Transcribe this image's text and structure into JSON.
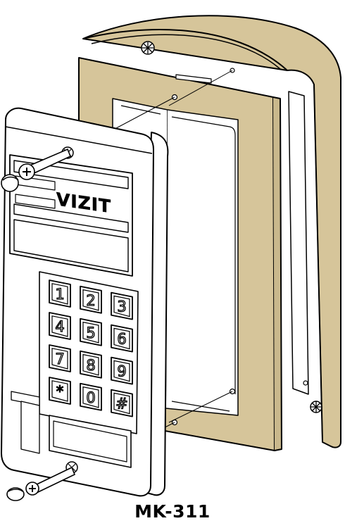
{
  "product": {
    "model": "MK-311",
    "brand_logo": "VIZIT"
  },
  "colors": {
    "hood": "#d6c59a",
    "line": "#000000",
    "panel": "#ffffff"
  },
  "keypad": {
    "keys": [
      "1",
      "2",
      "3",
      "4",
      "5",
      "6",
      "7",
      "8",
      "9",
      "*",
      "0",
      "#"
    ]
  },
  "parts": [
    "protective-hood",
    "mounting-frame",
    "panel-body",
    "keypad",
    "mounting-screw-top",
    "mounting-screw-bottom",
    "screw-cap-top",
    "screw-cap-bottom"
  ]
}
